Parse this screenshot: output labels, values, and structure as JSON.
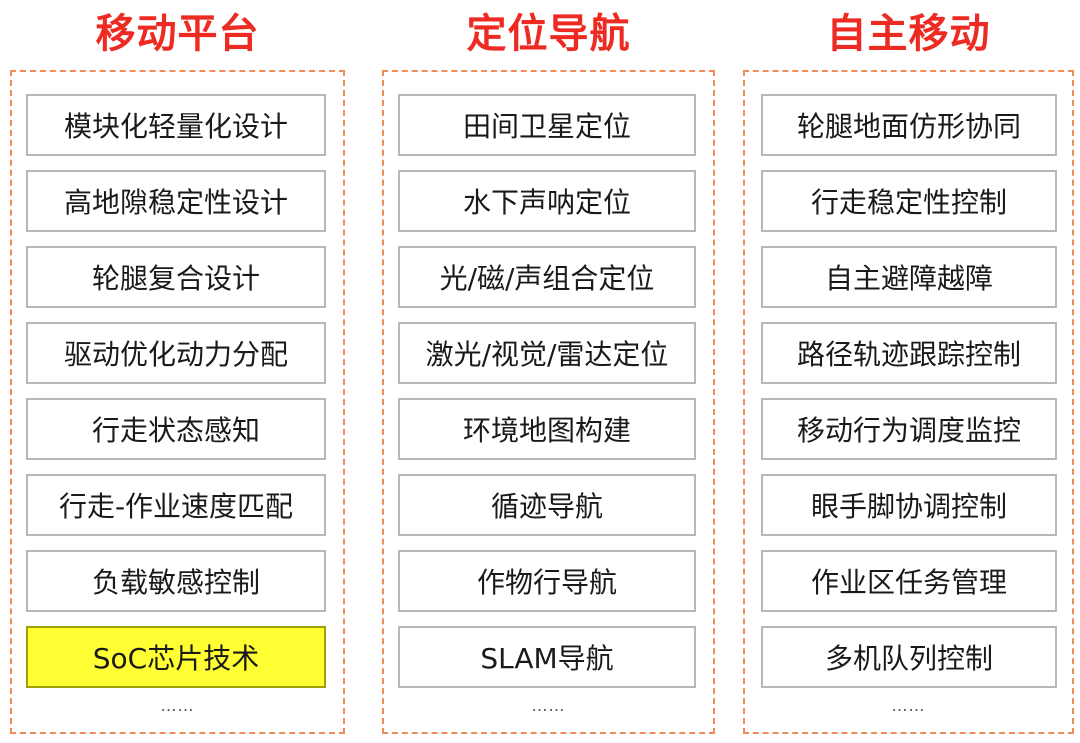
{
  "colors": {
    "title": "#ee2b22",
    "panel_border": "#f08c5a",
    "item_border": "#b8b8b8",
    "highlight": "#ffff33"
  },
  "columns": [
    {
      "title": "移动平台",
      "items": [
        {
          "label": "模块化轻量化设计"
        },
        {
          "label": "高地隙稳定性设计"
        },
        {
          "label": "轮腿复合设计"
        },
        {
          "label": "驱动优化动力分配"
        },
        {
          "label": "行走状态感知"
        },
        {
          "label": "行走-作业速度匹配"
        },
        {
          "label": "负载敏感控制"
        },
        {
          "label": "SoC芯片技术",
          "highlight": true
        }
      ],
      "ellipsis": "……"
    },
    {
      "title": "定位导航",
      "items": [
        {
          "label": "田间卫星定位"
        },
        {
          "label": "水下声呐定位"
        },
        {
          "label": "光/磁/声组合定位"
        },
        {
          "label": "激光/视觉/雷达定位"
        },
        {
          "label": "环境地图构建"
        },
        {
          "label": "循迹导航"
        },
        {
          "label": "作物行导航"
        },
        {
          "label": "SLAM导航"
        }
      ],
      "ellipsis": "……"
    },
    {
      "title": "自主移动",
      "items": [
        {
          "label": "轮腿地面仿形协同"
        },
        {
          "label": "行走稳定性控制"
        },
        {
          "label": "自主避障越障"
        },
        {
          "label": "路径轨迹跟踪控制"
        },
        {
          "label": "移动行为调度监控"
        },
        {
          "label": "眼手脚协调控制"
        },
        {
          "label": "作业区任务管理"
        },
        {
          "label": "多机队列控制"
        }
      ],
      "ellipsis": "……"
    }
  ]
}
